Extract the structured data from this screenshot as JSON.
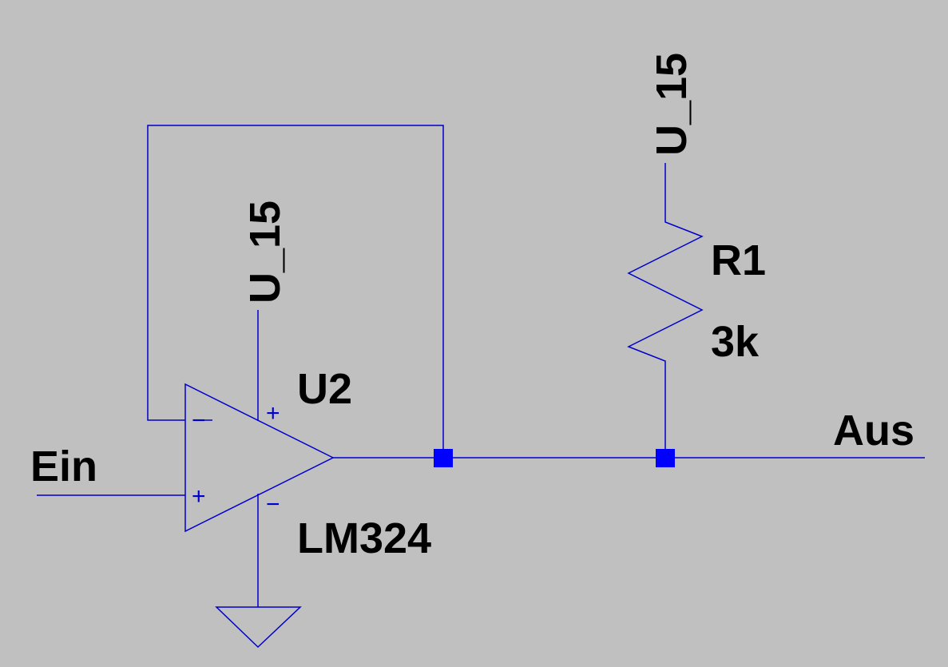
{
  "colors": {
    "background": "#c0c0c0",
    "wire": "#0000cc",
    "junction": "#0000ff",
    "label": "#000000"
  },
  "nets": {
    "input": "Ein",
    "output": "Aus",
    "supply_opamp": "U_15",
    "supply_resistor": "U_15"
  },
  "opamp": {
    "ref": "U2",
    "model": "LM324",
    "plus_sign": "+",
    "minus_sign": "−"
  },
  "resistor": {
    "ref": "R1",
    "value": "3k"
  },
  "icons": {
    "opamp": "opamp-triangle-symbol",
    "resistor": "resistor-zigzag-symbol",
    "ground": "ground-symbol",
    "junction": "junction-dot"
  }
}
